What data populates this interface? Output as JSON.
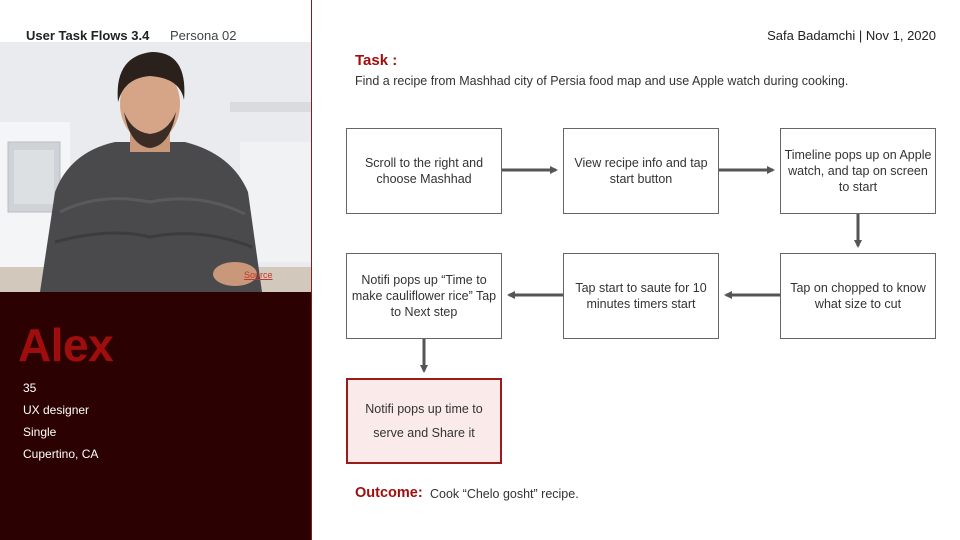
{
  "header": {
    "title": "User Task Flows 3.4",
    "persona_label": "Persona 02",
    "author_date": "Safa Badamchi | Nov 1, 2020"
  },
  "persona": {
    "photo_caption": "Source",
    "name": "Alex",
    "details": [
      "35",
      "UX designer",
      "Single",
      "Cupertino, CA"
    ]
  },
  "task": {
    "heading": "Task :",
    "description": "Find a recipe from Mashhad city of Persia food map and use Apple watch during cooking."
  },
  "flow": {
    "steps": [
      "Scroll to the right and choose Mashhad",
      "View recipe info and tap start button",
      "Timeline pops up on Apple watch, and tap on screen to start",
      "Tap on chopped to know what size to cut",
      "Tap start to saute for 10 minutes timers start",
      "Notifi pops up “Time to make cauliflower rice” Tap to Next step",
      "Notifi pops up time to serve and Share  it"
    ]
  },
  "outcome": {
    "label": "Outcome:",
    "text": "Cook “Chelo gosht” recipe."
  },
  "colors": {
    "accent": "#a00d0d",
    "persona_bg": "#2b0201",
    "final_step_bg": "#fbeaea"
  }
}
